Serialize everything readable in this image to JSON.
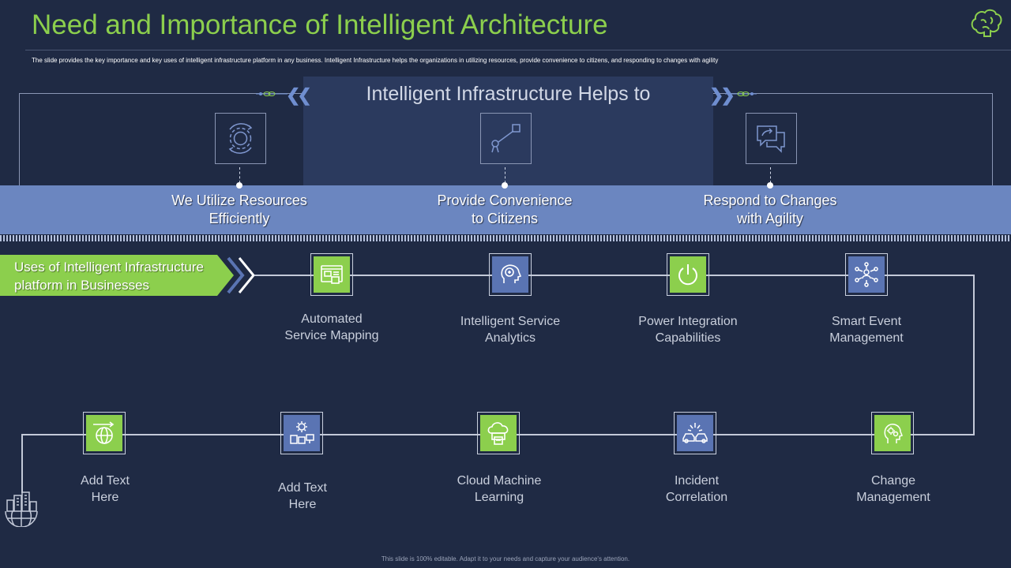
{
  "header": {
    "title": "Need and Importance of Intelligent Architecture",
    "subtitle": "The slide provides the key importance and key uses of intelligent infrastructure platform in any business. Intelligent Infrastructure helps the organizations in utilizing resources, provide convenience to citizens, and responding to changes with agility"
  },
  "helps": {
    "title": "Intelligent Infrastructure Helps to",
    "items": [
      {
        "line1": "We Utilize Resources",
        "line2": "Efficiently",
        "icon": "gear-cycle-icon"
      },
      {
        "line1": "Provide Convenience",
        "line2": "to Citizens",
        "icon": "robot-arm-icon"
      },
      {
        "line1": "Respond to Changes",
        "line2": "with Agility",
        "icon": "chat-share-icon"
      }
    ]
  },
  "uses": {
    "banner_line1": "Uses of Intelligent Infrastructure",
    "banner_line2": "platform in Businesses",
    "row1": [
      {
        "line1": "Automated",
        "line2": "Service Mapping",
        "icon": "browser-map-icon",
        "color": "green"
      },
      {
        "line1": "Intelligent Service",
        "line2": "Analytics",
        "icon": "brain-head-icon",
        "color": "blue"
      },
      {
        "line1": "Power Integration",
        "line2": "Capabilities",
        "icon": "power-icon",
        "color": "green"
      },
      {
        "line1": "Smart Event",
        "line2": "Management",
        "icon": "network-people-icon",
        "color": "blue"
      }
    ],
    "row2": [
      {
        "line1": "Add Text",
        "line2": "Here",
        "icon": "globe-arrow-icon",
        "color": "green"
      },
      {
        "line1": "Add Text",
        "line2": "Here",
        "icon": "gear-devices-icon",
        "color": "blue"
      },
      {
        "line1": "Cloud Machine",
        "line2": "Learning",
        "icon": "cloud-printer-icon",
        "color": "green"
      },
      {
        "line1": "Incident",
        "line2": "Correlation",
        "icon": "car-crash-icon",
        "color": "blue"
      },
      {
        "line1": "Change",
        "line2": "Management",
        "icon": "head-gears-icon",
        "color": "green"
      }
    ]
  },
  "footer": "This slide is 100% editable. Adapt it to your needs and capture your audience's attention.",
  "colors": {
    "background": "#1f2a44",
    "accent_green": "#8ccf4d",
    "accent_blue": "#6b86c0"
  }
}
